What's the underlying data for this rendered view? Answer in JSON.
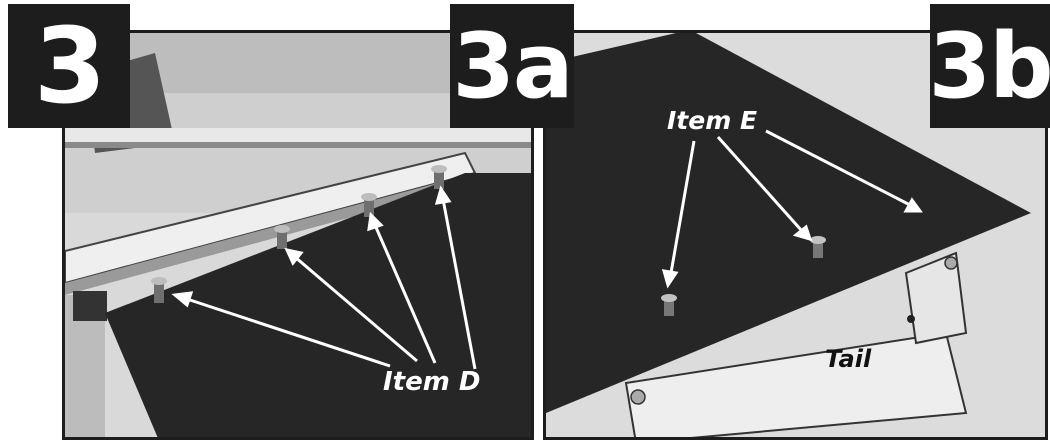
{
  "step_badges": {
    "main": "3",
    "a": "3a",
    "b": "3b"
  },
  "labels": {
    "item_d": "Item D",
    "item_e": "Item E",
    "tail": "Tail"
  },
  "colors": {
    "badge": "#1d1d1d",
    "panel_border": "#1d1d1d",
    "shelf": "#262626",
    "arrow": "#ffffff",
    "background": "#ffffff"
  },
  "icons": {
    "pointer": "arrow-icon",
    "fastener": "bolt-icon"
  }
}
